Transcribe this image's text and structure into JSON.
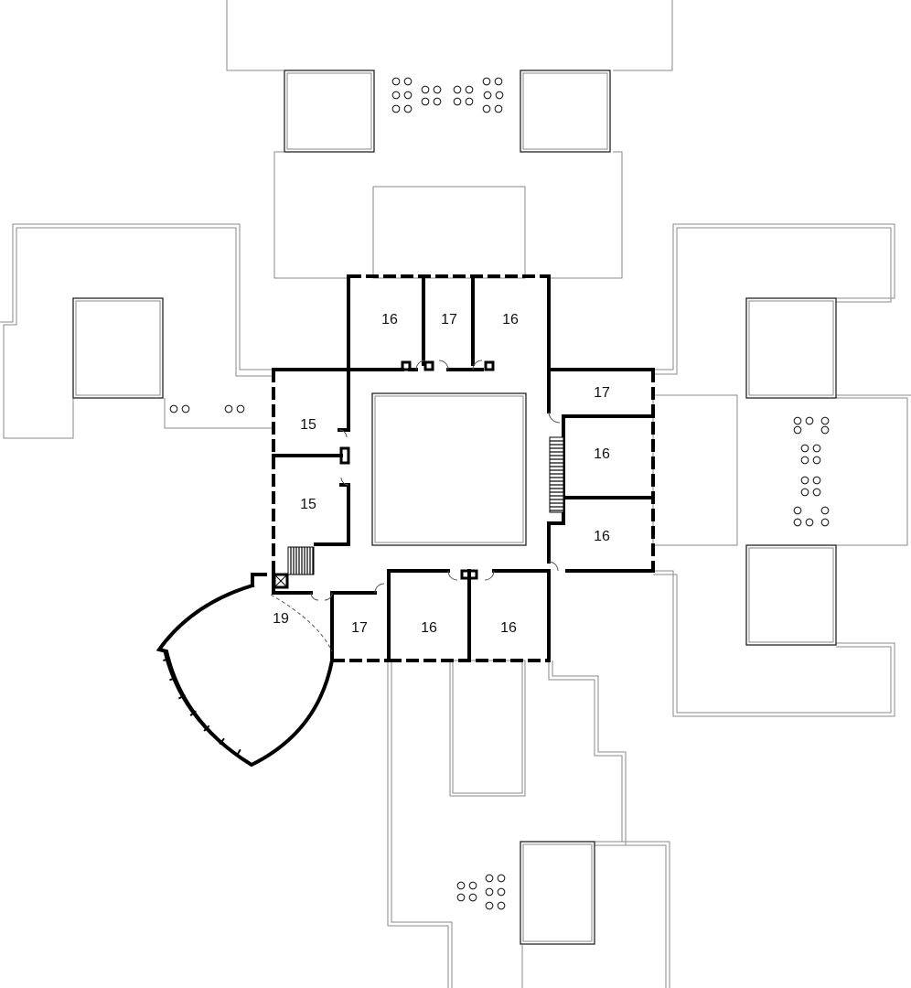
{
  "rooms": [
    {
      "label": "16"
    },
    {
      "label": "17"
    },
    {
      "label": "16"
    },
    {
      "label": "15"
    },
    {
      "label": "15"
    },
    {
      "label": "17"
    },
    {
      "label": "16"
    },
    {
      "label": "16"
    },
    {
      "label": "19"
    },
    {
      "label": "17"
    },
    {
      "label": "16"
    },
    {
      "label": "16"
    }
  ]
}
